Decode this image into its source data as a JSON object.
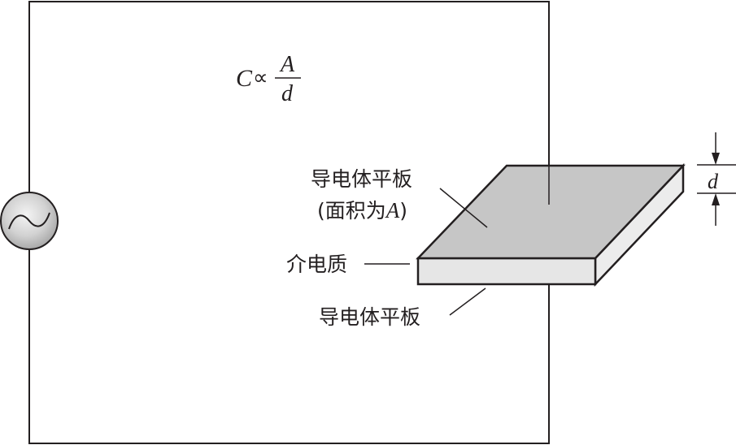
{
  "figure": {
    "type": "parallel-plate capacitor diagram",
    "formula": {
      "lhs": "C",
      "relation": "∝",
      "numerator": "A",
      "denominator": "d"
    },
    "labels": {
      "top_plate_line1": "导电体平板",
      "top_plate_line2_prefix": "(面积为",
      "top_plate_line2_var": "A",
      "top_plate_line2_suffix": ")",
      "dielectric": "介电质",
      "bottom_plate": "导电体平板",
      "thickness": "d"
    },
    "source": {
      "symbol": "~",
      "kind": "AC voltage source"
    },
    "colors": {
      "line": "#231f20",
      "plate_top_face": "#c6c6c6",
      "dielectric_front": "#e6e6e6",
      "dielectric_side": "#ececec",
      "source_fill_center": "#f4f4f4",
      "source_fill_edge": "#a9a9a9"
    }
  }
}
